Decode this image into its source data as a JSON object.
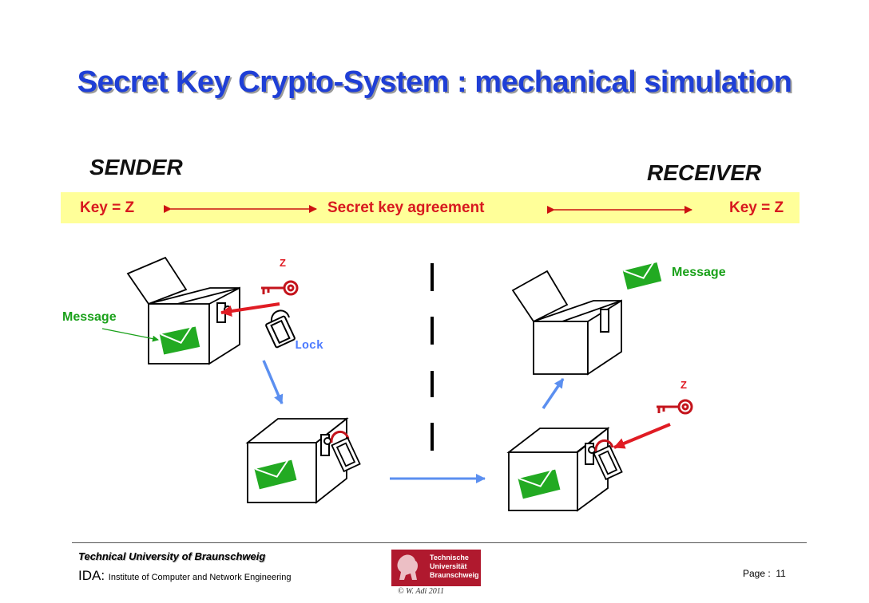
{
  "title": "Secret Key Crypto-System : mechanical simulation",
  "sender_label": "SENDER",
  "receiver_label": "RECEIVER",
  "key_band": {
    "left_key": "Key = Z",
    "center": "Secret key agreement",
    "right_key": "Key = Z"
  },
  "diagram": {
    "message_left": "Message",
    "message_right": "Message",
    "key_z_top": "Z",
    "key_z_bottom": "Z",
    "lock_label": "Lock"
  },
  "footer": {
    "university": "Technical University of Braunschweig",
    "ida_prefix": "IDA:",
    "ida_name": "Institute of Computer and Network Engineering",
    "logo_line1": "Technische",
    "logo_line2": "Universität",
    "logo_line3": "Braunschweig",
    "copyright": "© W. Adi 2011",
    "page_label": "Page :",
    "page_number": "11"
  },
  "colors": {
    "title": "#1f3fd6",
    "band": "#ffff99",
    "band_text": "#d8191f",
    "envelope": "#22aa22",
    "key": "#e01c24",
    "flow_arrow": "#5b8ff0"
  }
}
